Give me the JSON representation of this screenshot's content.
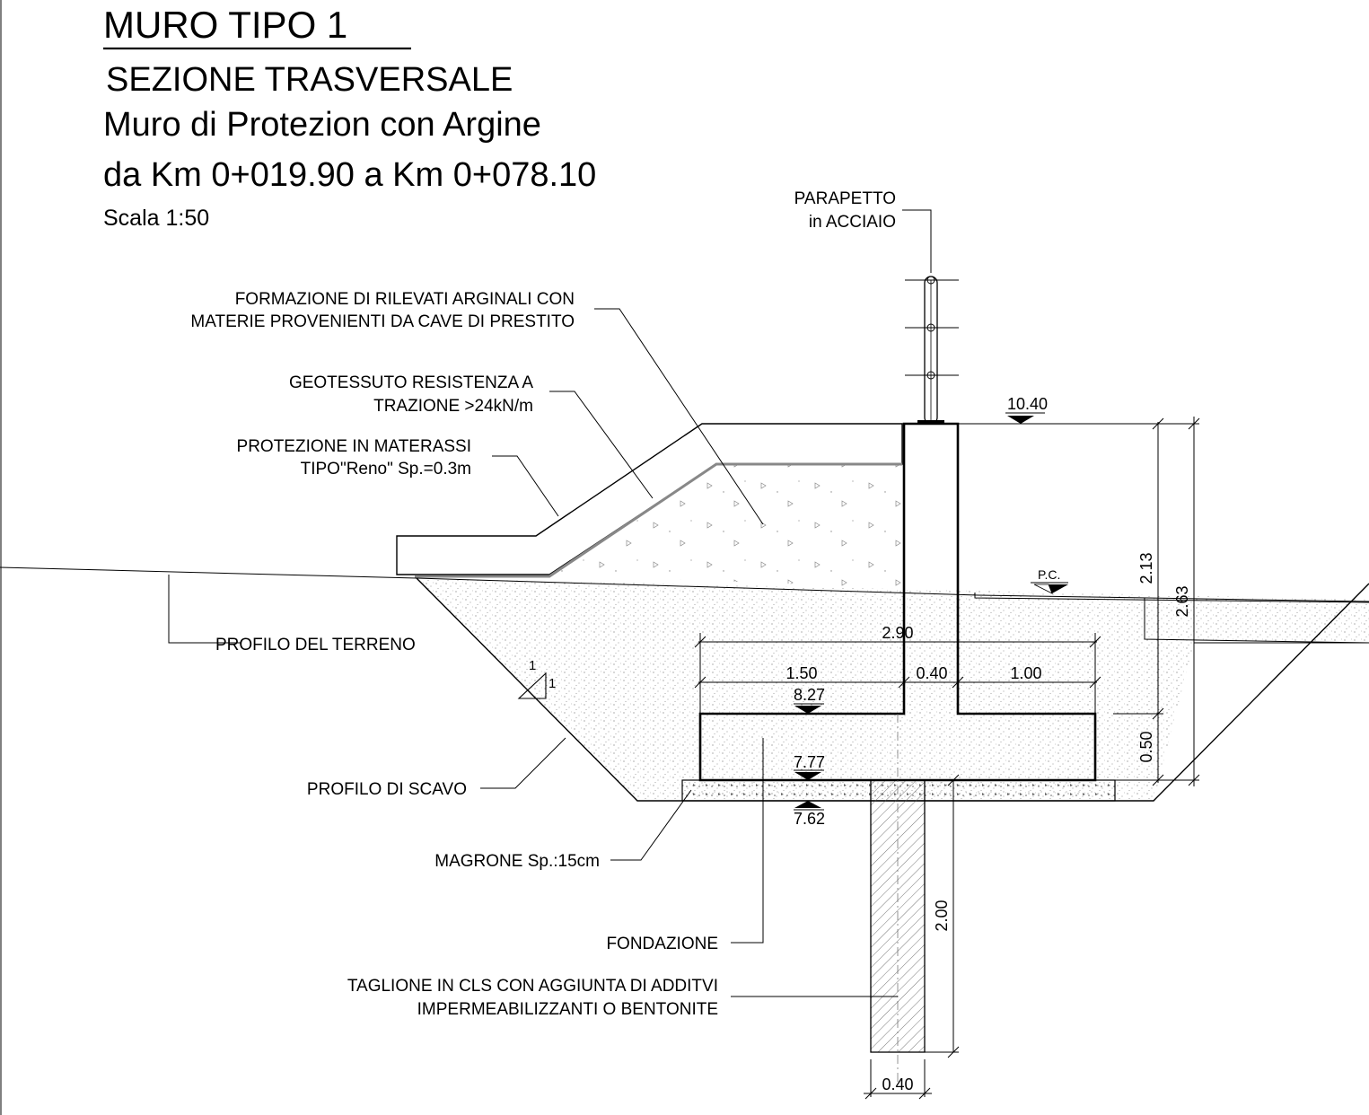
{
  "title": {
    "main": "MURO TIPO 1",
    "sub": "SEZIONE TRASVERSALE",
    "line1": "Muro di Protezion con Argine",
    "line2": "da Km 0+019.90 a Km 0+078.10",
    "scale": "Scala 1:50"
  },
  "labels": {
    "parapetto_1": "PARAPETTO",
    "parapetto_2": "in ACCIAIO",
    "rilevati_1": "FORMAZIONE DI RILEVATI ARGINALI CON",
    "rilevati_2": "MATERIE PROVENIENTI DA CAVE DI PRESTITO",
    "geotessuto_1": "GEOTESSUTO RESISTENZA A",
    "geotessuto_2": "TRAZIONE >24kN/m",
    "protezione_1": "PROTEZIONE IN MATERASSI",
    "protezione_2": "TIPO\"Reno\" Sp.=0.3m",
    "profilo_terreno": "PROFILO DEL TERRENO",
    "profilo_scavo": "PROFILO DI SCAVO",
    "magrone": "MAGRONE Sp.:15cm",
    "fondazione": "FONDAZIONE",
    "taglione_1": "TAGLIONE IN CLS CON AGGIUNTA DI ADDITVI",
    "taglione_2": "IMPERMEABILIZZANTI O BENTONITE",
    "pc": "P.C.",
    "slope_1": "1",
    "slope_2": "1"
  },
  "elevations": {
    "top": "10.40",
    "footing_top": "8.27",
    "footing_bottom": "7.77",
    "magrone_bottom": "7.62"
  },
  "dimensions": {
    "total_width": "2.90",
    "left": "1.50",
    "stem": "0.40",
    "right": "1.00",
    "stem_height": "2.13",
    "total_height": "2.63",
    "footing_thickness": "0.50",
    "taglione_depth": "2.00",
    "taglione_width": "0.40"
  },
  "colors": {
    "ink": "#000000",
    "hatch": "#555555",
    "fill_dots": "#777777"
  }
}
